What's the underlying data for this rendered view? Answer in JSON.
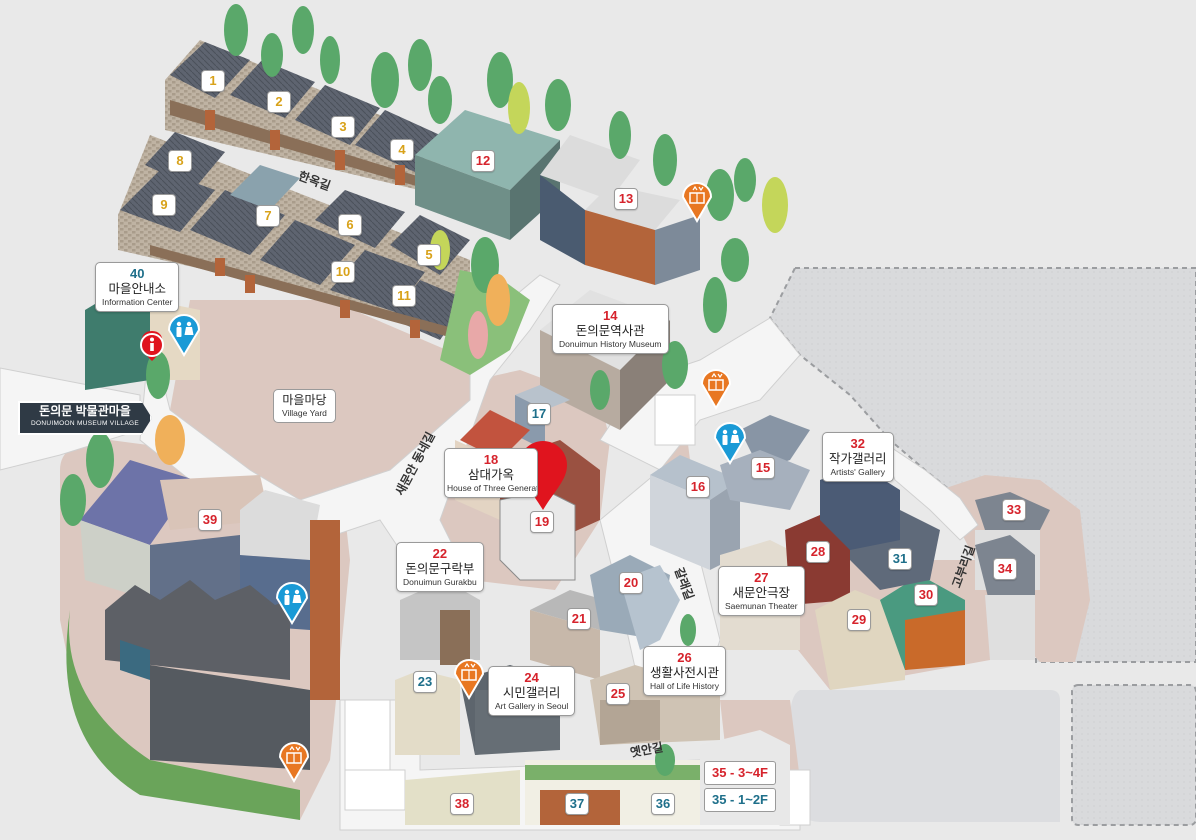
{
  "village_sign": {
    "ko": "돈의문 박물관마을",
    "en": "DONUIMOON MUSEUM VILLAGE"
  },
  "buildings_gold": [
    {
      "id": "1"
    },
    {
      "id": "2"
    },
    {
      "id": "3"
    },
    {
      "id": "4"
    },
    {
      "id": "5"
    },
    {
      "id": "6"
    },
    {
      "id": "7"
    },
    {
      "id": "8"
    },
    {
      "id": "9"
    },
    {
      "id": "10"
    },
    {
      "id": "11"
    }
  ],
  "buildings_red": [
    {
      "id": "12"
    },
    {
      "id": "13"
    },
    {
      "id": "15"
    },
    {
      "id": "16"
    },
    {
      "id": "19"
    },
    {
      "id": "20"
    },
    {
      "id": "21"
    },
    {
      "id": "25"
    },
    {
      "id": "28"
    },
    {
      "id": "29"
    },
    {
      "id": "30"
    },
    {
      "id": "33"
    },
    {
      "id": "34"
    },
    {
      "id": "38"
    },
    {
      "id": "39"
    }
  ],
  "buildings_teal": [
    {
      "id": "17"
    },
    {
      "id": "23"
    },
    {
      "id": "31"
    },
    {
      "id": "37"
    },
    {
      "id": "36"
    }
  ],
  "labeled": {
    "b14": {
      "num": "14",
      "ko": "돈의문역사관",
      "en": "Donuimun History Museum"
    },
    "b18": {
      "num": "18",
      "ko": "삼대가옥",
      "en": "House of Three Generations"
    },
    "b22": {
      "num": "22",
      "ko": "돈의문구락부",
      "en": "Donuimun Gurakbu"
    },
    "b24": {
      "num": "24",
      "ko": "시민갤러리",
      "en": "Art Gallery in Seoul"
    },
    "b26": {
      "num": "26",
      "ko": "생활사전시관",
      "en": "Hall of Life History"
    },
    "b27": {
      "num": "27",
      "ko": "새문안극장",
      "en": "Saemunan Theater"
    },
    "b32": {
      "num": "32",
      "ko": "작가갤러리",
      "en": "Artists' Gallery"
    },
    "b40": {
      "num": "40",
      "ko": "마을안내소",
      "en": "Information Center"
    }
  },
  "village_yard": {
    "ko": "마을마당",
    "en": "Village Yard"
  },
  "floors": {
    "upper": "35 - 3~4F",
    "lower": "35 - 1~2F"
  },
  "roads": {
    "hanok": "한옥길",
    "saemunan": "새문안 동네길",
    "galrae": "갈래길",
    "gopuri": "고부리길",
    "yetan": "옛안길"
  },
  "colors": {
    "gold": "#d8a21a",
    "red": "#d6232c",
    "teal": "#1e6f8a",
    "pin_orange": "#e87722",
    "pin_blue": "#1a9ad6",
    "current_location": "#e0141e"
  },
  "icons": [
    "information-icon",
    "restroom-icon",
    "elevator-icon",
    "current-location-marker-icon"
  ]
}
